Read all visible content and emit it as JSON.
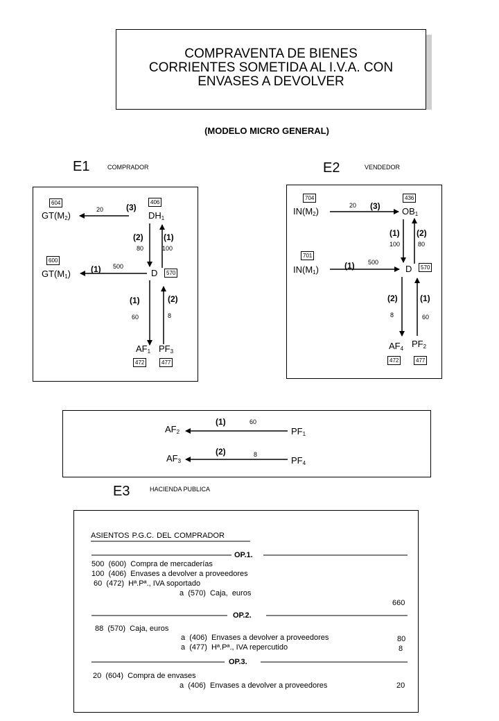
{
  "title": {
    "line1": "COMPRAVENTA DE BIENES",
    "line2": "CORRIENTES SOMETIDA AL I.V.A. CON",
    "line3": "ENVASES A DEVOLVER"
  },
  "subtitle": "(MODELO MICRO GENERAL)",
  "e1": {
    "label": "E1",
    "caption": "COMPRADOR",
    "nodes": {
      "gtm2": "GT(M",
      "gtm2_sub": "2",
      "gtm2_close": ")",
      "dh1": "DH",
      "dh1_sub": "1",
      "gtm1": "GT(M",
      "gtm1_sub": "1",
      "gtm1_close": ")",
      "d": "D",
      "af1": "AF",
      "af1_sub": "1",
      "pf3": "PF",
      "pf3_sub": "3"
    },
    "codes": {
      "c604": "604",
      "c406": "406",
      "c600": "600",
      "c570": "570",
      "c472": "472",
      "c477": "477"
    },
    "flows": {
      "f3_num": "(3)",
      "f3_val": "20",
      "f2a_num": "(2)",
      "f2a_val": "80",
      "f1a_num": "(1)",
      "f1a_val": "100",
      "f1b_num": "(1)",
      "f1b_val": "500",
      "f1c_num": "(1)",
      "f1c_val": "60",
      "f2b_num": "(2)",
      "f2b_val": "8"
    }
  },
  "e2": {
    "label": "E2",
    "caption": "VENDEDOR",
    "nodes": {
      "inm2": "IN(M",
      "inm2_sub": "2",
      "inm2_close": ")",
      "ob1": "OB",
      "ob1_sub": "1",
      "inm1": "IN(M",
      "inm1_sub": "1",
      "inm1_close": ")",
      "d": "D",
      "af4": "AF",
      "af4_sub": "4",
      "pf2": "PF",
      "pf2_sub": "2"
    },
    "codes": {
      "c704": "704",
      "c436": "436",
      "c701": "701",
      "c570": "570",
      "c472": "472",
      "c477": "477"
    },
    "flows": {
      "f3_num": "(3)",
      "f3_val": "20",
      "f1a_num": "(1)",
      "f1a_val": "100",
      "f2a_num": "(2)",
      "f2a_val": "80",
      "f1b_num": "(1)",
      "f1b_val": "500",
      "f2b_num": "(2)",
      "f2b_val": "8",
      "f1c_num": "(1)",
      "f1c_val": "60"
    }
  },
  "e3": {
    "label": "E3",
    "caption": "HACIENDA PUBLICA",
    "nodes": {
      "af2": "AF",
      "af2_sub": "2",
      "pf1": "PF",
      "pf1_sub": "1",
      "af3": "AF",
      "af3_sub": "3",
      "pf4": "PF",
      "pf4_sub": "4"
    },
    "flows": {
      "f1_num": "(1)",
      "f1_val": "60",
      "f2_num": "(2)",
      "f2_val": "8"
    }
  },
  "ledger": {
    "heading": "ASIENTOS  P.G.C.  DEL  COMPRADOR",
    "op1": {
      "label": "OP.1.",
      "l1": "500  (600)  Compra de mercaderías",
      "l2": "100  (406)  Envases a devolver a proveedores",
      "l3": "60  (472)  Hª.Pª., IVA soportado",
      "l4": "a  (570)  Caja,  euros",
      "total": "660"
    },
    "op2": {
      "label": "OP.2.",
      "l1": "88  (570)  Caja, euros",
      "l2": "a  (406)  Envases a devolver a proveedores",
      "l2_val": "80",
      "l3": "a  (477)  Hª.Pª., IVA repercutido",
      "l3_val": "8"
    },
    "op3": {
      "label": "OP.3.",
      "l1": "20  (604)  Compra de envases",
      "l2": "a  (406)  Envases a devolver a proveedores",
      "l2_val": "20"
    }
  }
}
